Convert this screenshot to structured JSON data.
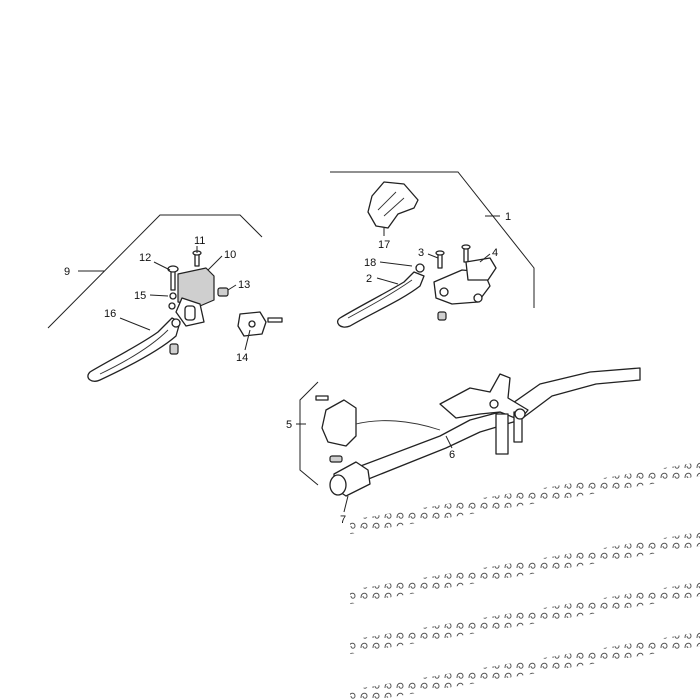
{
  "callouts": {
    "c1": "1",
    "c2": "2",
    "c3": "3",
    "c4": "4",
    "c5": "5",
    "c6": "6",
    "c7": "7",
    "c9": "9",
    "c10": "10",
    "c11": "11",
    "c12": "12",
    "c13": "13",
    "c14": "14",
    "c15": "15",
    "c16": "16",
    "c17": "17",
    "c18": "18"
  }
}
